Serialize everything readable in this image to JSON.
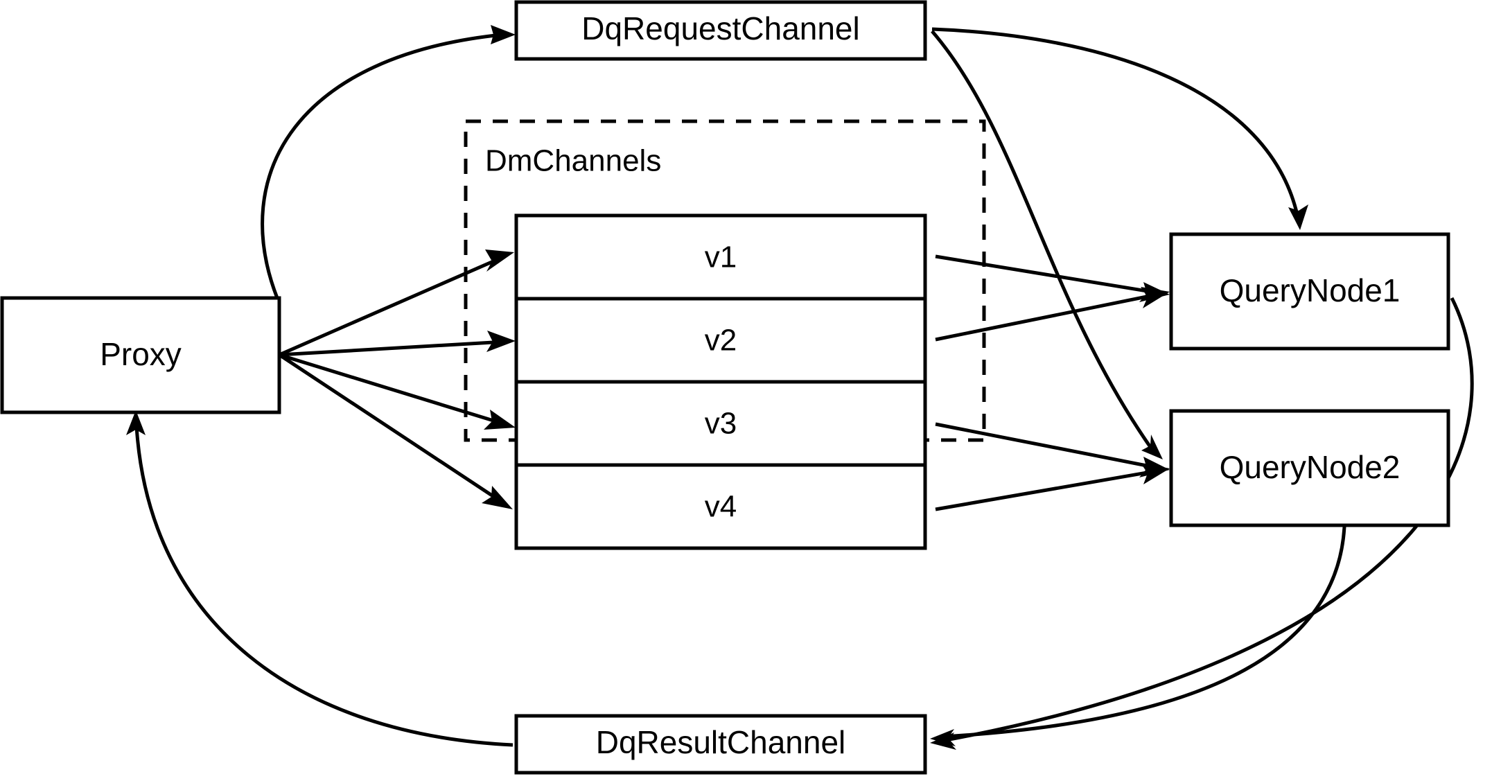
{
  "diagram": {
    "title": "Milvus distributed query channel flow",
    "background_color": "#ffffff",
    "stroke_color": "#000000",
    "nodes": {
      "proxy": {
        "label": "Proxy"
      },
      "dq_request_channel": {
        "label": "DqRequestChannel"
      },
      "dq_result_channel": {
        "label": "DqResultChannel"
      },
      "query_node_1": {
        "label": "QueryNode1"
      },
      "query_node_2": {
        "label": "QueryNode2"
      },
      "dm_channels_group": {
        "label": "DmChannels"
      }
    },
    "dm_channels": {
      "group_label": "DmChannels",
      "rows": [
        {
          "label": "v1"
        },
        {
          "label": "v2"
        },
        {
          "label": "v3"
        },
        {
          "label": "v4"
        }
      ]
    },
    "edges": [
      {
        "name": "proxy-to-dq-request-channel",
        "from": "Proxy",
        "to": "DqRequestChannel",
        "style": "curved",
        "arrow": "end"
      },
      {
        "name": "proxy-to-v1",
        "from": "Proxy",
        "to": "v1",
        "style": "straight",
        "arrow": "end"
      },
      {
        "name": "proxy-to-v2",
        "from": "Proxy",
        "to": "v2",
        "style": "straight",
        "arrow": "end"
      },
      {
        "name": "proxy-to-v3",
        "from": "Proxy",
        "to": "v3",
        "style": "straight",
        "arrow": "end"
      },
      {
        "name": "proxy-to-v4",
        "from": "Proxy",
        "to": "v4",
        "style": "straight",
        "arrow": "end"
      },
      {
        "name": "dq-request-channel-to-query-node-1",
        "from": "DqRequestChannel",
        "to": "QueryNode1",
        "style": "curved",
        "arrow": "end"
      },
      {
        "name": "dq-request-channel-to-query-node-2",
        "from": "DqRequestChannel",
        "to": "QueryNode2",
        "style": "curved",
        "arrow": "end"
      },
      {
        "name": "v1-to-query-node-1",
        "from": "v1",
        "to": "QueryNode1",
        "style": "straight",
        "arrow": "end"
      },
      {
        "name": "v2-to-query-node-1",
        "from": "v2",
        "to": "QueryNode1",
        "style": "straight",
        "arrow": "end"
      },
      {
        "name": "v3-to-query-node-2",
        "from": "v3",
        "to": "QueryNode2",
        "style": "straight",
        "arrow": "end"
      },
      {
        "name": "v4-to-query-node-2",
        "from": "v4",
        "to": "QueryNode2",
        "style": "straight",
        "arrow": "end"
      },
      {
        "name": "query-node-1-to-dq-result-channel",
        "from": "QueryNode1",
        "to": "DqResultChannel",
        "style": "curved",
        "arrow": "end"
      },
      {
        "name": "query-node-2-to-dq-result-channel",
        "from": "QueryNode2",
        "to": "DqResultChannel",
        "style": "curved",
        "arrow": "end"
      },
      {
        "name": "dq-result-channel-to-proxy",
        "from": "DqResultChannel",
        "to": "Proxy",
        "style": "curved",
        "arrow": "end"
      }
    ]
  }
}
